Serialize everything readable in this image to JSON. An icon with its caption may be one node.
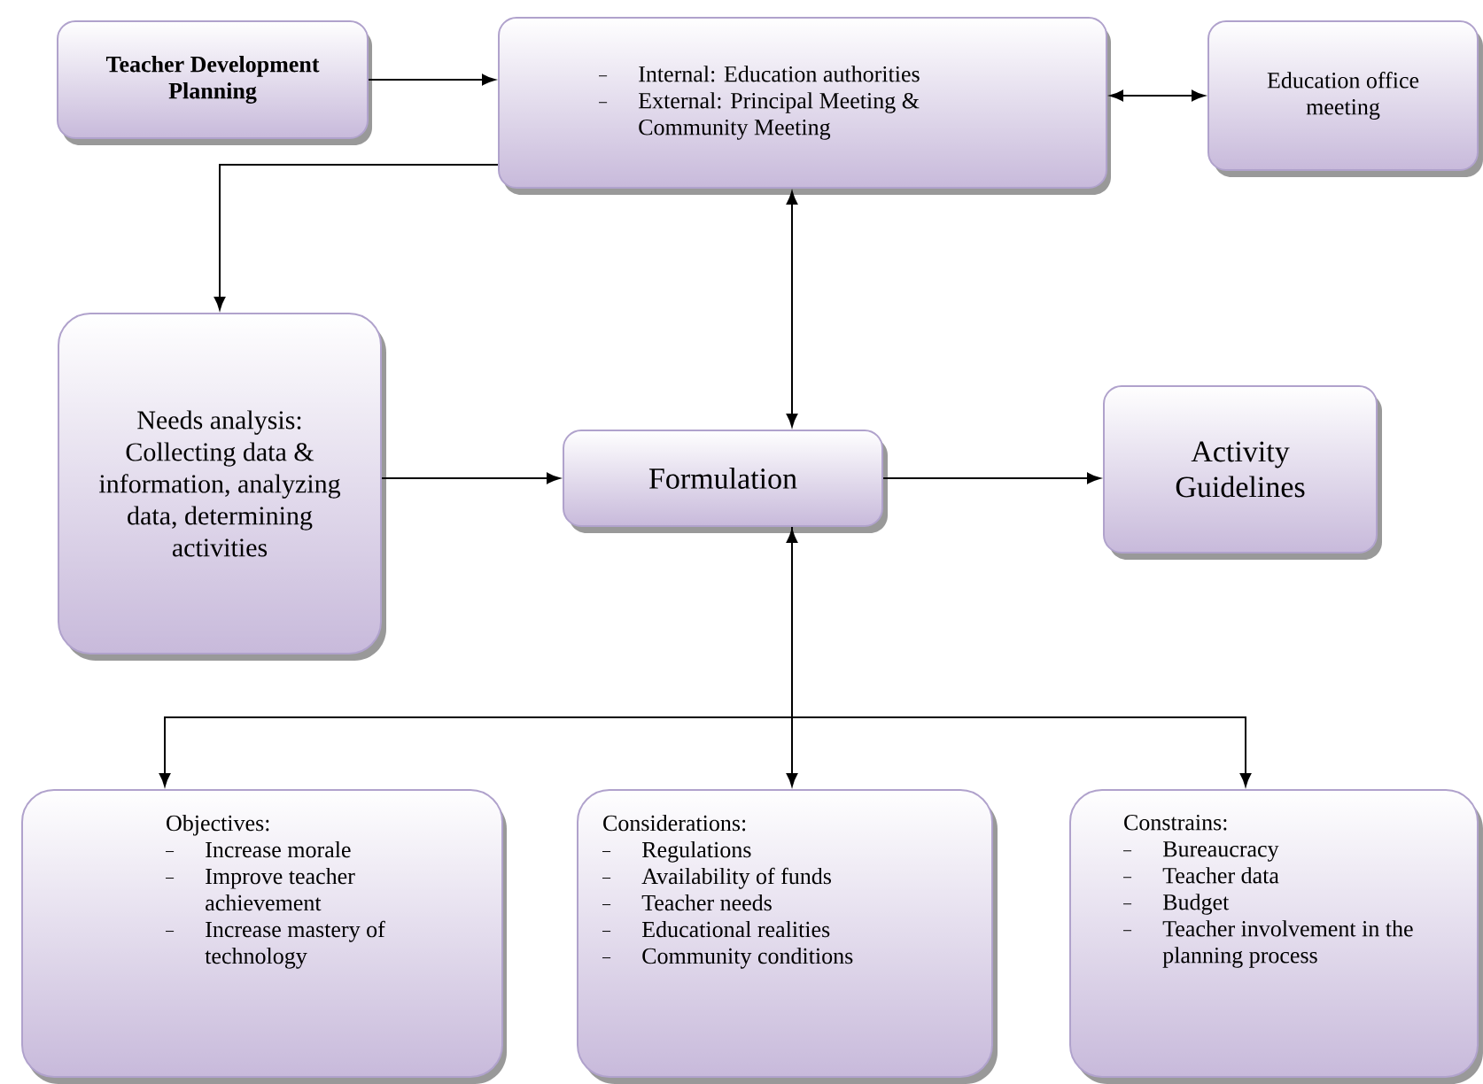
{
  "diagram": {
    "nodes": [
      {
        "text": [
          "Teacher Development Planning"
        ]
      },
      {
        "text": [
          "Internal: Education authorities",
          "External: Principal Meeting & Community Meeting"
        ]
      },
      {
        "text": [
          "Education office meeting"
        ]
      },
      {
        "text": [
          "Needs analysis: Collecting data & information, analyzing data, determining activities"
        ]
      },
      {
        "text": [
          "Formulation"
        ]
      },
      {
        "text": [
          "Activity Guidelines"
        ]
      },
      {
        "text": [
          "Objectives:",
          "Increase morale",
          "Improve teacher achievement",
          "Increase mastery of technology"
        ]
      },
      {
        "text": [
          "Considerations:",
          "Regulations",
          "Availability of funds",
          "Teacher needs",
          "Educational realities",
          "Community conditions"
        ]
      },
      {
        "text": [
          "Constrains:",
          "Bureaucracy",
          "Teacher data",
          "Budget",
          "Teacher involvement in the planning process"
        ]
      }
    ],
    "edges": [
      {
        "from": 0,
        "to": 1,
        "arrow": "to"
      },
      {
        "from": 1,
        "to": 2,
        "arrow": "both"
      },
      {
        "from": 1,
        "to": 3,
        "arrow": "to"
      },
      {
        "from": 3,
        "to": 4,
        "arrow": "to"
      },
      {
        "from": 4,
        "to": 1,
        "arrow": "both"
      },
      {
        "from": 4,
        "to": 5,
        "arrow": "to"
      },
      {
        "from": 4,
        "to": 6,
        "arrow": "to"
      },
      {
        "from": 4,
        "to": 7,
        "arrow": "both"
      },
      {
        "from": 4,
        "to": 8,
        "arrow": "to"
      }
    ]
  }
}
